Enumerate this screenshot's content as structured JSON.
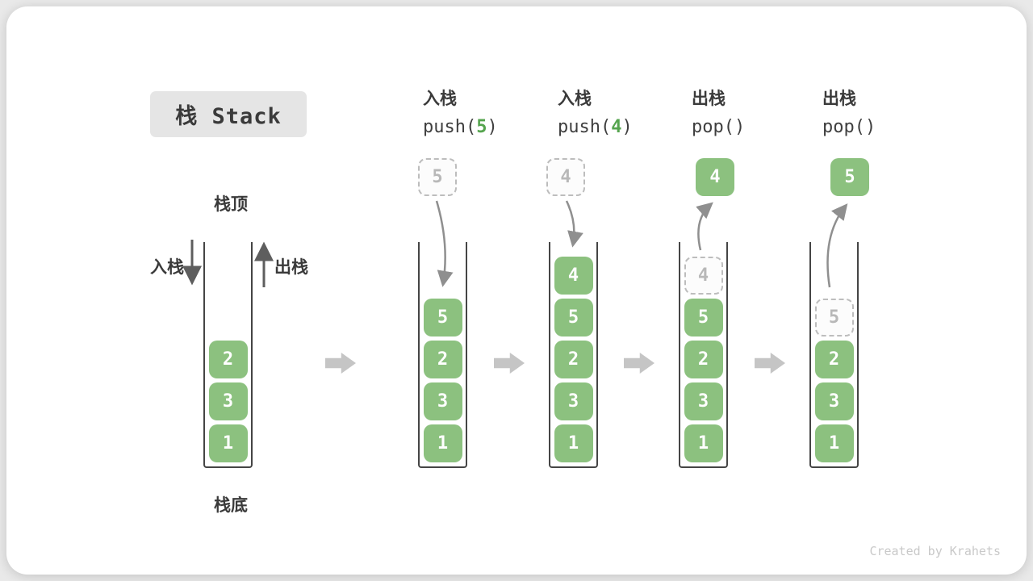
{
  "title": {
    "text": "栈 Stack"
  },
  "annotations": {
    "stack_top": "栈顶",
    "stack_bottom": "栈底",
    "push_side": "入栈",
    "pop_side": "出栈"
  },
  "operations": [
    {
      "name": "push-5",
      "label": "入栈",
      "code_pre": "push(",
      "code_arg": "5",
      "code_post": ")"
    },
    {
      "name": "push-4",
      "label": "入栈",
      "code_pre": "push(",
      "code_arg": "4",
      "code_post": ")"
    },
    {
      "name": "pop-4",
      "label": "出栈",
      "code_pre": "pop(",
      "code_arg": "",
      "code_post": ")"
    },
    {
      "name": "pop-5",
      "label": "出栈",
      "code_pre": "pop(",
      "code_arg": "",
      "code_post": ")"
    }
  ],
  "stacks": [
    {
      "name": "stack-initial",
      "cells": [
        {
          "value": "2"
        },
        {
          "value": "3"
        },
        {
          "value": "1"
        }
      ]
    },
    {
      "name": "stack-after-push5",
      "floating": {
        "value": "5",
        "style": "dashed"
      },
      "cells": [
        {
          "value": "5"
        },
        {
          "value": "2"
        },
        {
          "value": "3"
        },
        {
          "value": "1"
        }
      ]
    },
    {
      "name": "stack-after-push4",
      "floating": {
        "value": "4",
        "style": "dashed"
      },
      "cells": [
        {
          "value": "4"
        },
        {
          "value": "5"
        },
        {
          "value": "2"
        },
        {
          "value": "3"
        },
        {
          "value": "1"
        }
      ]
    },
    {
      "name": "stack-after-pop4",
      "floating": {
        "value": "4",
        "style": "solid"
      },
      "cells": [
        {
          "value": "4",
          "ghost": true
        },
        {
          "value": "5"
        },
        {
          "value": "2"
        },
        {
          "value": "3"
        },
        {
          "value": "1"
        }
      ]
    },
    {
      "name": "stack-after-pop5",
      "floating": {
        "value": "5",
        "style": "solid"
      },
      "cells": [
        {
          "value": "5",
          "ghost": true
        },
        {
          "value": "2"
        },
        {
          "value": "3"
        },
        {
          "value": "1"
        }
      ]
    }
  ],
  "colors": {
    "cell_green": "#8cc17f",
    "code_arg_green": "#55a44e",
    "ghost_border": "#bdbdbd",
    "ghost_text": "#b8b8b8",
    "container_wall": "#454545",
    "block_arrow": "#c5c5c5",
    "curved_arrow": "#8f8f8f",
    "straight_arrow": "#5e5e5e",
    "title_bg": "#e5e5e5",
    "text_dark": "#3a3a3a"
  },
  "watermark": "Created by Krahets"
}
